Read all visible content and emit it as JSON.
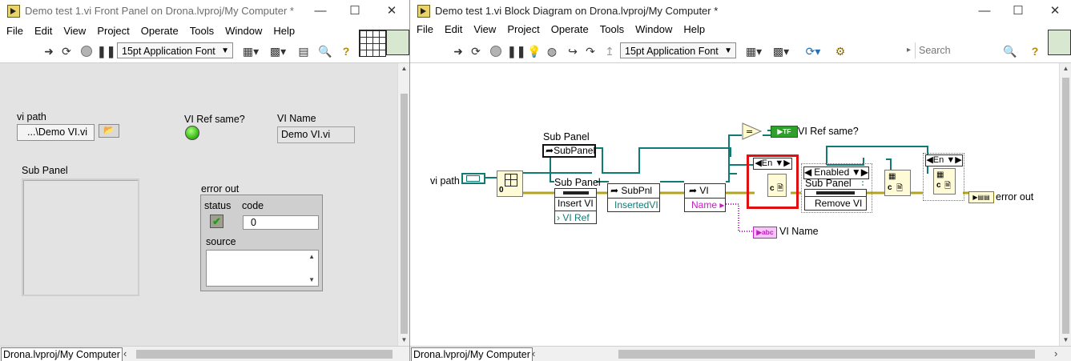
{
  "front_panel": {
    "title": "Demo test 1.vi Front Panel on Drona.lvproj/My Computer *",
    "menu": [
      "File",
      "Edit",
      "View",
      "Project",
      "Operate",
      "Tools",
      "Window",
      "Help"
    ],
    "font": "15pt Application Font",
    "vi_path_label": "vi path",
    "vi_path_value": "...\\Demo VI.vi",
    "vi_ref_same_label": "VI Ref same?",
    "vi_name_label": "VI Name",
    "vi_name_value": "Demo VI.vi",
    "sub_panel_label": "Sub Panel",
    "error_out_label": "error out",
    "status_label": "status",
    "code_label": "code",
    "code_value": "0",
    "source_label": "source",
    "status_path": "Drona.lvproj/My Computer"
  },
  "block_diagram": {
    "title": "Demo test 1.vi Block Diagram on Drona.lvproj/My Computer *",
    "menu": [
      "File",
      "Edit",
      "View",
      "Project",
      "Operate",
      "Tools",
      "Window",
      "Help"
    ],
    "font": "15pt Application Font",
    "search_placeholder": "Search",
    "sub_panel_label": "Sub Panel",
    "subpanel_const": "SubPanel",
    "vi_ref_same": "VI Ref same?",
    "vi_path": "vi path",
    "sub_panel_label2": "Sub Panel",
    "insert_vi": "Insert VI",
    "vi_ref": "VI Ref",
    "subpnl": "SubPnl",
    "insertedvi": "InsertedVI",
    "vi": "VI",
    "name": "Name",
    "en1": "En",
    "enabled": "Enabled",
    "sub_panel_label3": "Sub Panel",
    "remove_vi": "Remove VI",
    "en2": "En",
    "error_out": "error out",
    "vi_name": "VI Name",
    "status_path": "Drona.lvproj/My Computer",
    "colors": {
      "error_wire": "#b3a31e",
      "ref_wire": "#127a74",
      "string_wire": "#d020d0",
      "highlight": "#e01010"
    }
  }
}
